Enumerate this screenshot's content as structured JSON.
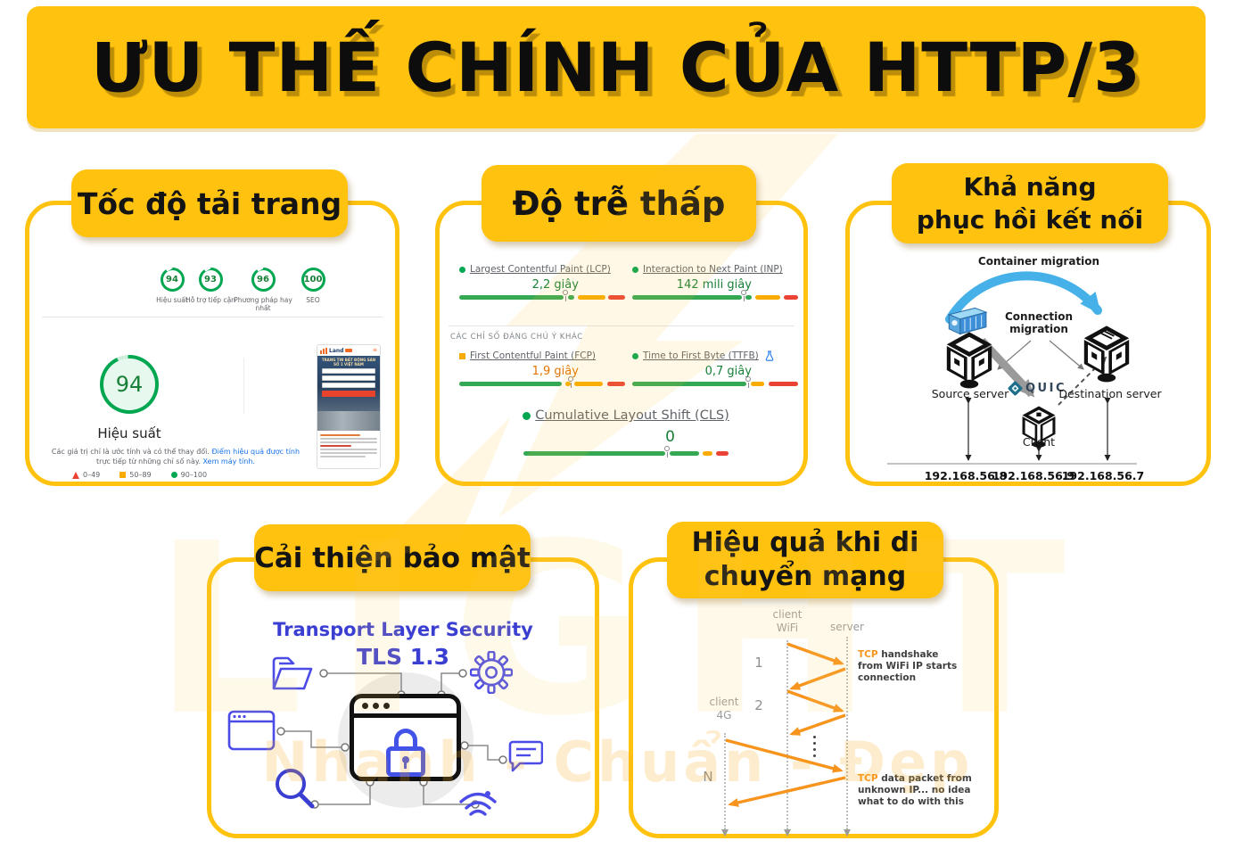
{
  "title": "ƯU THẾ CHÍNH CỦA HTTP/3",
  "watermark": {
    "brand": "LIGHT",
    "slogan": "Nhanh - Chuẩn - Đẹp"
  },
  "colors": {
    "accent_yellow": "#FFC20E",
    "good_green": "#34A853",
    "value_green": "#188038",
    "warn_orange": "#F9AB00",
    "bad_red": "#EA4335",
    "link_blue": "#1A73E8",
    "tls_indigo": "#3B3FD1",
    "diagram_orange": "#F7941D",
    "quic_teal": "#1F6F8C"
  },
  "speed_card": {
    "header": "Tốc độ tải trang",
    "gauges": [
      {
        "score": "94",
        "label": "Hiệu suất"
      },
      {
        "score": "93",
        "label": "Hỗ trợ tiếp cận"
      },
      {
        "score": "96",
        "label": "Phương pháp hay nhất"
      },
      {
        "score": "100",
        "label": "SEO"
      }
    ],
    "big_gauge": {
      "score": "94",
      "label": "Hiệu suất"
    },
    "note": {
      "part1": "Các giá trị chỉ là ước tính và có thể thay đổi. ",
      "link1": "Điểm hiệu quả được tính",
      "part2": " trực tiếp từ những chỉ số này. ",
      "link2": "Xem máy tính."
    },
    "legend": [
      {
        "range": "0–49"
      },
      {
        "range": "50–89"
      },
      {
        "range": "90–100"
      }
    ],
    "thumbnail": {
      "logo": "Land",
      "hero_title": "TRANG TIN BẤT ĐỘNG SẢN SỐ 1 VIỆT NAM"
    }
  },
  "latency_card": {
    "header": "Độ trễ thấp",
    "other_header": "CÁC CHỈ SỐ ĐÁNG CHÚ Ý KHÁC",
    "metrics": {
      "lcp": {
        "label": "Largest Contentful Paint (LCP)",
        "value": "2,2 giây"
      },
      "inp": {
        "label": "Interaction to Next Paint (INP)",
        "value": "142 mili giây"
      },
      "fcp": {
        "label": "First Contentful Paint (FCP)",
        "value": "1,9 giây"
      },
      "ttfb": {
        "label": "Time to First Byte (TTFB)",
        "value": "0,7 giây"
      },
      "cls": {
        "label": "Cumulative Layout Shift (CLS)",
        "value": "0"
      }
    }
  },
  "resilience_card": {
    "header_line1": "Khả năng",
    "header_line2": "phục hồi kết nối",
    "container_migration": "Container migration",
    "connection_migration": "Connection\nmigration",
    "source_server": "Source server",
    "destination_server": "Destination server",
    "client": "Client",
    "quic": "QUIC",
    "ips": [
      "192.168.56.8",
      "192.168.56.9",
      "192.168.56.7"
    ]
  },
  "security_card": {
    "header": "Cải thiện bảo mật",
    "title_line1": "Transport Layer Security",
    "title_line2": "TLS 1.3"
  },
  "mobility_card": {
    "header_line1": "Hiệu quả khi di",
    "header_line2": "chuyển mạng",
    "client_wifi": "client\nWiFi",
    "client_4g": "client\n4G",
    "server": "server",
    "seq1": "1",
    "seq2": "2",
    "seqN": "N",
    "note1": {
      "highlight": "TCP",
      "text": " handshake\nfrom WiFi IP starts\nconnection"
    },
    "note2": {
      "highlight": "TCP",
      "text": " data packet from\nunknown IP... no idea\nwhat to do with this"
    }
  }
}
